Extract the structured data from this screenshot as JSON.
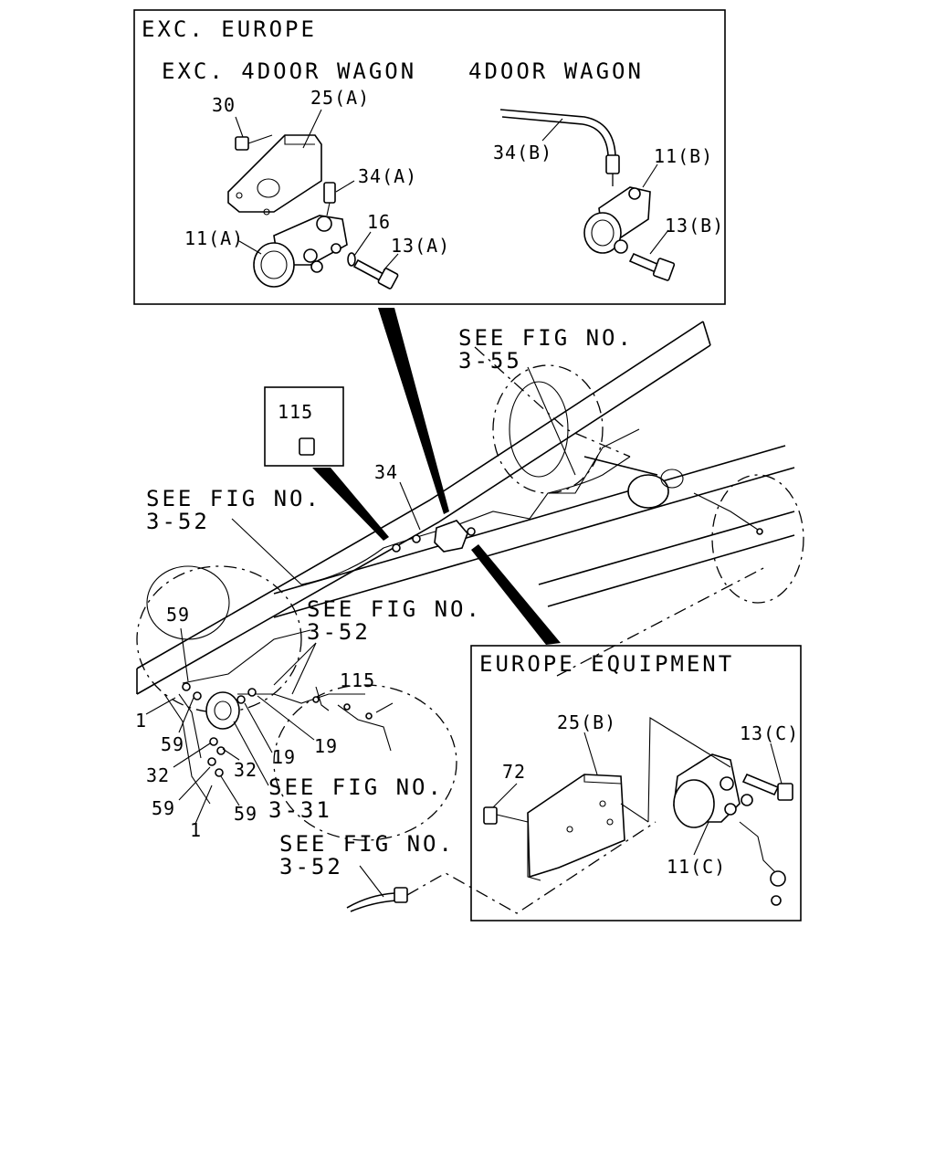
{
  "insets": {
    "exc_europe": {
      "title": "EXC. EUROPE",
      "left_heading": "EXC. 4DOOR WAGON",
      "right_heading": "4DOOR WAGON",
      "labels": {
        "l30": "30",
        "l25a": "25(A)",
        "l34a": "34(A)",
        "l16": "16",
        "l11a": "11(A)",
        "l13a": "13(A)",
        "l34b": "34(B)",
        "l11b": "11(B)",
        "l13b": "13(B)"
      }
    },
    "part_115": {
      "label": "115"
    },
    "europe_equipment": {
      "title": "EUROPE EQUIPMENT",
      "labels": {
        "l25b": "25(B)",
        "l72": "72",
        "l13c": "13(C)",
        "l11c": "11(C)"
      }
    }
  },
  "references": {
    "fig_3_55": {
      "line1": "SEE FIG NO.",
      "line2": "3-55"
    },
    "fig_3_52_a": {
      "line1": "SEE FIG NO.",
      "line2": "3-52"
    },
    "fig_3_52_b": {
      "line1": "SEE FIG NO.",
      "line2": "3-52"
    },
    "fig_3_31": {
      "line1": "SEE FIG NO.",
      "line2": "3-31"
    },
    "fig_3_52_c": {
      "line1": "SEE FIG NO.",
      "line2": "3-52"
    }
  },
  "callouts": {
    "c34": "34",
    "c59_top": "59",
    "c1_top": "1",
    "c59_mid": "59",
    "c32_left": "32",
    "c32_right": "32",
    "c19_a": "19",
    "c19_b": "19",
    "c115": "115",
    "c59_low": "59",
    "c59_low2": "59",
    "c1_bottom": "1"
  }
}
